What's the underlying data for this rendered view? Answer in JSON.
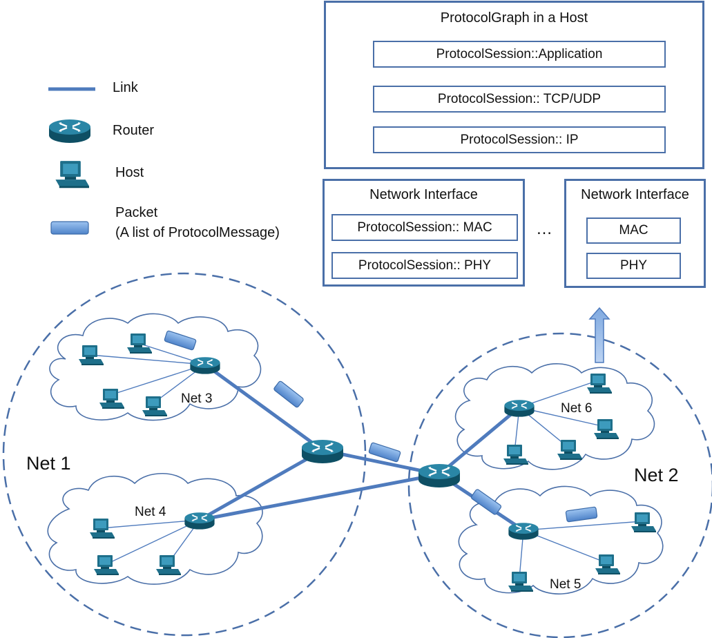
{
  "legend": {
    "link": "Link",
    "router": "Router",
    "host": "Host",
    "packet_line1": "Packet",
    "packet_line2": "(A list of ProtocolMessage)"
  },
  "protocol_graph": {
    "title": "ProtocolGraph in a Host",
    "sessions": [
      "ProtocolSession::Application",
      "ProtocolSession:: TCP/UDP",
      "ProtocolSession:: IP"
    ]
  },
  "network_interfaces": [
    {
      "title": "Network Interface",
      "layers": [
        "ProtocolSession:: MAC",
        "ProtocolSession:: PHY"
      ]
    },
    {
      "title": "Network Interface",
      "layers": [
        "MAC",
        "PHY"
      ]
    }
  ],
  "ellipsis": "…",
  "networks": {
    "net1": "Net 1",
    "net2": "Net 2",
    "net3": "Net 3",
    "net4": "Net 4",
    "net5": "Net 5",
    "net6": "Net 6"
  },
  "colors": {
    "link": "#4f7bbd",
    "router": "#1e6f8a",
    "host": "#1e6f8a",
    "packet": "#6b9bd8",
    "box_border": "#4a6fa8",
    "dashed": "#4a6fa8"
  }
}
